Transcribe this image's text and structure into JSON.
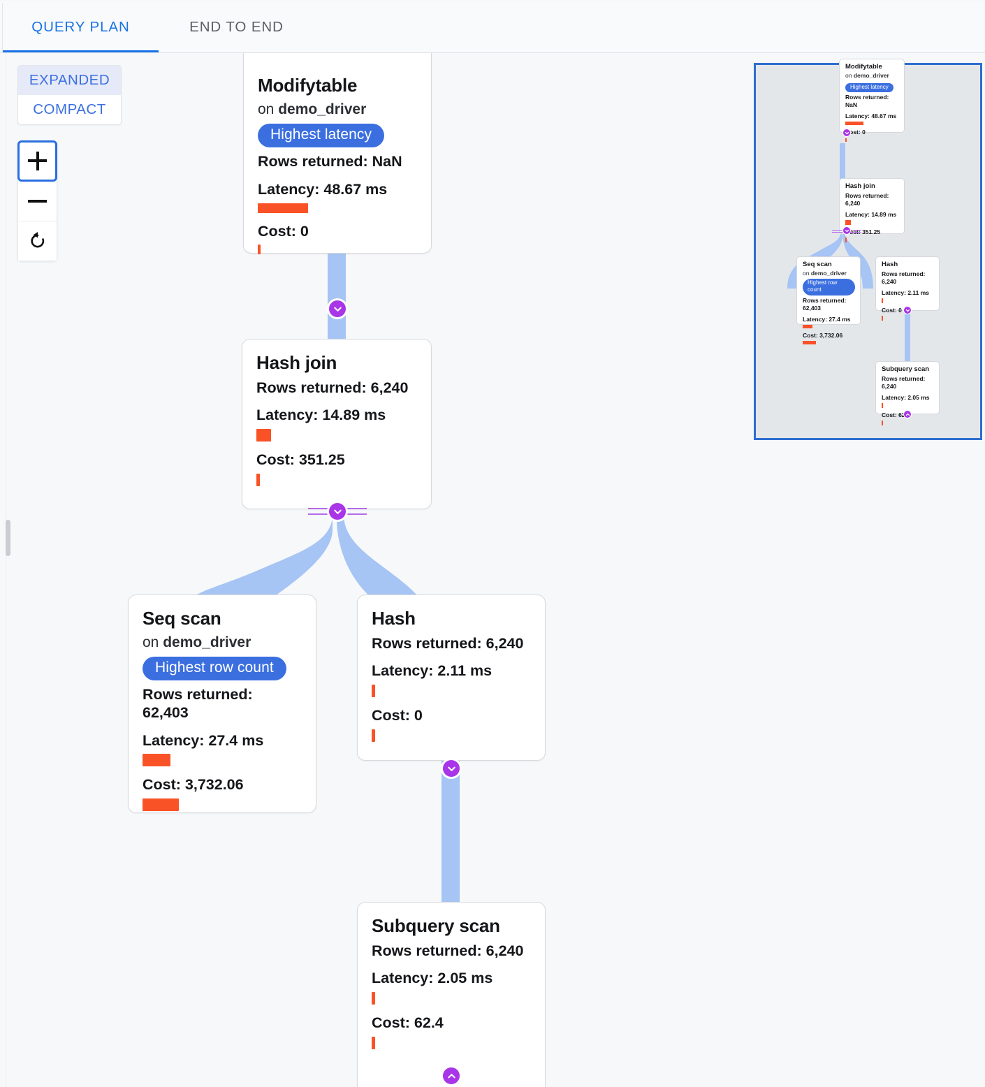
{
  "tabs": [
    {
      "label": "QUERY PLAN",
      "active": true
    },
    {
      "label": "END TO END",
      "active": false
    }
  ],
  "controls": {
    "mode": {
      "expanded_label": "EXPANDED",
      "compact_label": "COMPACT",
      "selected": "EXPANDED"
    },
    "zoom": {
      "zoom_in_label": "+",
      "zoom_out_label": "−",
      "reset_label": "reset-view"
    }
  },
  "colors": {
    "accent_blue": "#1a73e8",
    "badge_blue": "#3b6fe0",
    "bar_orange": "#fa5227",
    "edge_blue": "#a6c4f4",
    "chevron_purple": "#a935e8",
    "minimap_border": "#2e6dd0",
    "minimap_bg": "#e4e7ea"
  },
  "plan": {
    "labels": {
      "on_prefix": "on",
      "rows_prefix": "Rows returned:",
      "latency_prefix": "Latency:",
      "cost_prefix": "Cost:"
    },
    "nodes": [
      {
        "id": "modifytable",
        "title": "Modifytable",
        "relation": "demo_driver",
        "badge": "Highest latency",
        "rows": "Rows returned: NaN",
        "latency": "Latency: 48.67 ms",
        "cost": "Cost: 0",
        "latency_bar_pct": 29,
        "cost_bar_pct": 1.4,
        "toggle": "chevron-down"
      },
      {
        "id": "hash-join",
        "title": "Hash join",
        "relation": "",
        "badge": "",
        "rows": "Rows returned: 6,240",
        "latency": "Latency: 14.89 ms",
        "cost": "Cost: 351.25",
        "latency_bar_pct": 8,
        "cost_bar_pct": 2,
        "toggle": "chevron-down"
      },
      {
        "id": "seq-scan",
        "title": "Seq scan",
        "relation": "demo_driver",
        "badge": "Highest row count",
        "rows": "Rows returned: 62,403",
        "latency": "Latency: 27.4 ms",
        "cost": "Cost: 3,732.06",
        "latency_bar_pct": 15,
        "cost_bar_pct": 21,
        "toggle": ""
      },
      {
        "id": "hash",
        "title": "Hash",
        "relation": "",
        "badge": "",
        "rows": "Rows returned: 6,240",
        "latency": "Latency: 2.11 ms",
        "cost": "Cost: 0",
        "latency_bar_pct": 1.4,
        "cost_bar_pct": 1.4,
        "toggle": "chevron-down"
      },
      {
        "id": "subquery-scan",
        "title": "Subquery scan",
        "relation": "",
        "badge": "",
        "rows": "Rows returned: 6,240",
        "latency": "Latency: 2.05 ms",
        "cost": "Cost: 62.4",
        "latency_bar_pct": 1.4,
        "cost_bar_pct": 1.4,
        "toggle": "chevron-up"
      }
    ],
    "edges": [
      {
        "from": "modifytable",
        "to": "hash-join"
      },
      {
        "from": "hash-join",
        "to": "seq-scan"
      },
      {
        "from": "hash-join",
        "to": "hash"
      },
      {
        "from": "hash",
        "to": "subquery-scan"
      }
    ]
  },
  "minimap": {
    "nodes": [
      {
        "id": "mm-modifytable",
        "title": "Modifytable",
        "relation": "demo_driver",
        "badge": "Highest latency",
        "rows": "Rows returned: NaN",
        "latency": "Latency: 48.67 ms",
        "cost": "Cost: 0"
      },
      {
        "id": "mm-hash-join",
        "title": "Hash join",
        "relation": "",
        "badge": "",
        "rows": "Rows returned: 6,240",
        "latency": "Latency: 14.89 ms",
        "cost": "Cost: 351.25"
      },
      {
        "id": "mm-seq-scan",
        "title": "Seq scan",
        "relation": "demo_driver",
        "badge": "Highest row count",
        "rows": "Rows returned: 62,403",
        "latency": "Latency: 27.4 ms",
        "cost": "Cost: 3,732.06"
      },
      {
        "id": "mm-hash",
        "title": "Hash",
        "relation": "",
        "badge": "",
        "rows": "Rows returned: 6,240",
        "latency": "Latency: 2.11 ms",
        "cost": "Cost: 0"
      },
      {
        "id": "mm-subquery-scan",
        "title": "Subquery scan",
        "relation": "",
        "badge": "",
        "rows": "Rows returned: 6,240",
        "latency": "Latency: 2.05 ms",
        "cost": "Cost: 62.4"
      }
    ]
  }
}
